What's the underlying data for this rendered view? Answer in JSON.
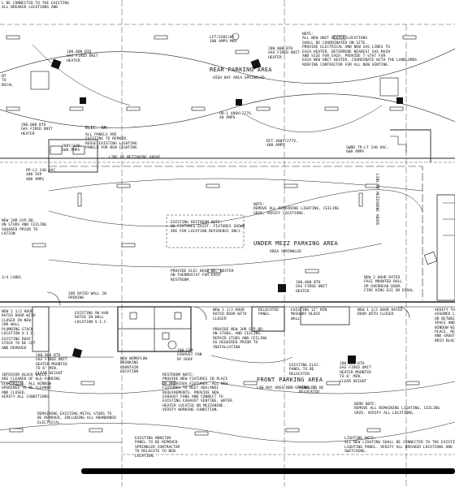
{
  "notes": {
    "top_left": "L BE CONNECTED TO THE EXISTING\nALL BREAKER LOCATIONS AND",
    "uh_100_tl": "100,000 BTU\nGAS FIRED UNIT\nHEATER",
    "uh_200_left": "200,000 BTU\nGAS FIRED UNIT\nHEATER",
    "left_edge_a": "NT\nTO\nNICAL",
    "xfmr_top": "LFT/SSDC(W)\n100 AMPS MAX",
    "uh_200_top": "200,000 BTU\nGAS FIRED UNIT\nHEATER",
    "note_top_right": "NOTE:\nALL NEW UNIT HEATER LOCATIONS\nSHALL BE COORDINATED ON SITE.\nPROVIDE ELECTRICAL AND NEW GAS LINES TO\nEACH HEATER. DETERMINE NEAREST GAS MAIN\nAND SIZE FOR EACH. PROVIDE T-STAT FOR\nEACH NEW UNIT HEATER. COORDINATE WITH THE LANDLORDS\nROOFING CONTRACTOR FOR ALL NEW VENTING.",
    "uh_1_40": "UH-1 480V/277V,\n40 AMPS",
    "elec_rm_title": "ELEC. RM",
    "elec_rm_note": "ALL PANELS ARE\nEXISTING TO REMAIN.\nREUSE EXISTING LIGHTING\nPANELS FOR NEW LIGHTING",
    "panel_100": "208Y/120,\n100 AMPS",
    "mezz_line_top": "LINE OF MEZZANINE ABOVE",
    "dct_note": "DCT 480Y/277V,\n400 AMPS",
    "swbd_note": "SWBD 7P-LT 240 VAC,\n600 AMPS",
    "pp_left": "PP-L2 240 VAC\n400 SVP\n400 AMPS",
    "existing_fixtures_note": "NOTE:\nREMOVE ALL REMAINING LIGHTING, CEILING\nGRID, VERIFY LOCATIONS.",
    "restroom_note": "EXISTING RESTROOM NOTE:\nNO FIXTURES EXIST. FIXTURES SHOWN\nARE FOR LOCATION REFERENCE ONLY.",
    "left_wall_note": "NEW 2HR GYP.BD.\nON STUDS AND CEILING\nSQUARED PRIOR TO\nLATION",
    "under_mezz_title": "UNDER MEZZ PARKING AREA",
    "under_mezz_sub": "AREA SPRINKLED",
    "uh_100_center": "100,000 BTU\nGAS FIRED UNIT\nHEATER",
    "new_2hr_note": "NEW 2 HOUR RATED\nFACE MOUNTED ROLL\nUP OVERHEAD DOOR.\nFIRE KING 631 OR EQUAL",
    "provide_base": "PROVIDE ELEC BASE BD. HEATER\nON THERMOSTAT FOR EACH\nRESTROOM.",
    "partition_2hr": "2HR RATED WALL IN\nOPENING",
    "door_left": "NEW 1 1/2 HOUR\nRATED DOOR WITH\nCLOSER IN NEW\n2HR WALL",
    "plumbing_stack": "PLUMBING STACK\nLOCATION V.I.F.",
    "existing_stack": "EXISTING ROOF\nSTACK TO BE CUT\nAND REMOVED",
    "existing_stair": "EXISTING 90 KAD\nRATED IN WALL\nLOCATION V.I.F.",
    "door_mid": "NEW 1 1/2 HOUR\nRATED DOOR WITH\nCLOSER",
    "gyp_mid": "PROVIDE NEW 2HR GYP.BD.\nON STUDS, AND CEILING.\nREPAIR STUDS AND CEILING\nAS REQUIRED PRIOR TO\nINSTALLATION",
    "relocated_panel": "RELOCATED\nPANEL",
    "block_wall": "EXISTING 12\" MIN\nMASONRY BLOCK\nWALL",
    "new_rollup": "NEW 1 1/2 HOUR RATED\nDOOR WITH CLOSER",
    "verify_right": "VERIFY THE\nASSUMED L\nOR BETWEEN\nSPACE AND\nWINDOW WI\nPLACE. RE\nAND GROUT\nBRIO BLOCK",
    "uh_200_bl": "200,000 BTU\nGAS FIRED UNIT\nHEATER MOUNTED\nTO 8' MIN.\nCLEAR HEIGHT",
    "interior_block": "INTERIOR BLOCK WALLS\nARE CLEARED OF OLD FURRING\nELECTRICAL. ALL WINDOW\nOPENINGS TO BE CLEANED\nAND CLOSED,\nVERIFY ALL CONDITIONS",
    "exhaust_fan": "100 CFM\nEXHAUST FAN\nBY ROOF",
    "new_workflow": "NEW WORKFLOW\nDRINKING\nFOUNTAIN\nLOCATION",
    "restroom_new_note": "RESTROOM NOTE:\nPROVIDE NEW FIXTURES IN PLACE\nOF PREVIOUS FIXTURES. ALL NEW\nFIXTURES TO MEET ADA/ANSI\nREQUIREMENTS. PROVIDE NEW\nEXHAUST FANS AND CONNECT TO\nEXISTING EXHAUST VENTING. WATER\nHEATER LOCATED ON MEZZANINE.\nVERIFY WORKING CONDITION.",
    "existing_panel_relocated": "EXISTING ELEC.\nPANEL TO BE\nRELOCATED",
    "panel_relocated": "PANEL TO BE\nRELOCATED",
    "uh_200_br": "200,000 BTU\nGAS FIRED UNIT\nHEATER MOUNTED\nTO 8' MIN.\nCLEAR HEIGHT",
    "front_parking_title": "FRONT PARKING AREA",
    "front_parking_sub": "LOW BAY AREA NON-SPRINKLED",
    "remaining_metal_studs": "REMAINING EXISTING METAL STUDS TO\nBE REMOVED, INCLUDING ALL ABANDONED\nELECTRICAL.",
    "demo_note": "DEMO NOTE:\nREMOVE ALL REMAINING LIGHTING, CEILING\nGRID. VERIFY ALL LOCATIONS.",
    "existing_monitor": "EXISTING MONITOR\nPANEL TO BE REMOVED.\nSPRINKLER CONTRACTOR\nTO RELOCATE TO NEW\nLOCATION.",
    "lighting_note": "LIGHTING NOTE:\nALL NEW LIGHTING SHALL BE CONNECTED TO THE EXISTING\nLIGHTING PANEL. VERIFY ALL BREAKER LOCATIONS AND\nSWITCHING.",
    "rear_parking_title": "REAR PARKING AREA",
    "rear_parking_sub": "HIGH BAY AREA SPRINKLED",
    "mezz_line_right": "LINE OF MEZZANINE ABOVE",
    "mezz_line_vert": "LINE OF MEZZANINE ABOVE",
    "left_edge_b": "3/4 LABEL",
    "rest_left_uh": "200,000 BTU\nGAS FIRED UNIT\nHEATER"
  },
  "icons": [
    "unit-heater-icon",
    "light-fixture-icon",
    "exhaust-fan-icon",
    "panel-icon",
    "door-swing-icon",
    "thermostat-icon"
  ]
}
